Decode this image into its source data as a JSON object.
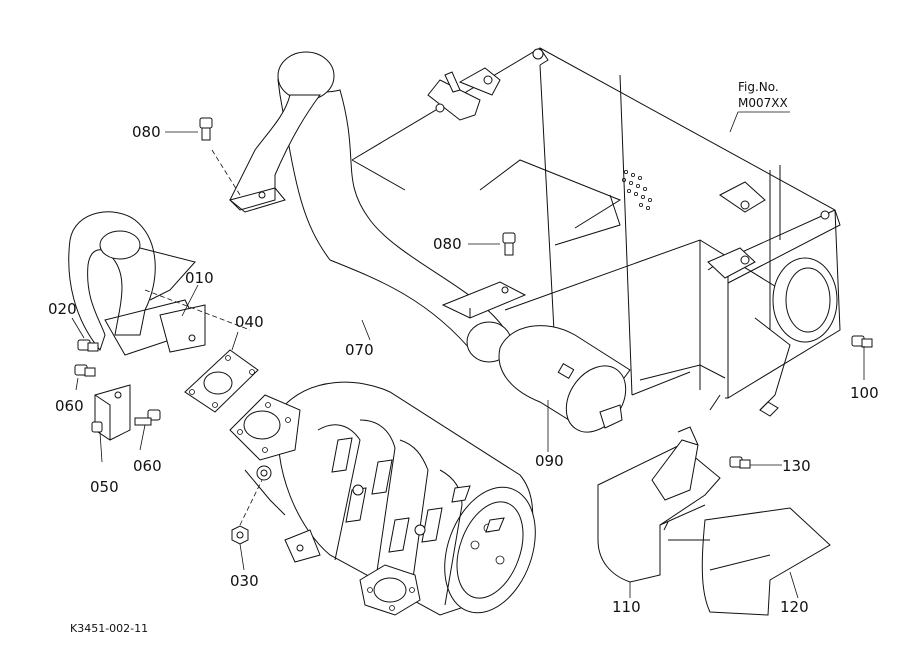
{
  "figure": {
    "fig_label": "Fig.No.",
    "fig_number": "M007XX",
    "drawing_code": "K3451-002-11"
  },
  "callouts": {
    "c010": "010",
    "c020": "020",
    "c030": "030",
    "c040": "040",
    "c050": "050",
    "c060a": "060",
    "c060b": "060",
    "c070": "070",
    "c080a": "080",
    "c080b": "080",
    "c090": "090",
    "c100": "100",
    "c110": "110",
    "c120": "120",
    "c130": "130"
  }
}
